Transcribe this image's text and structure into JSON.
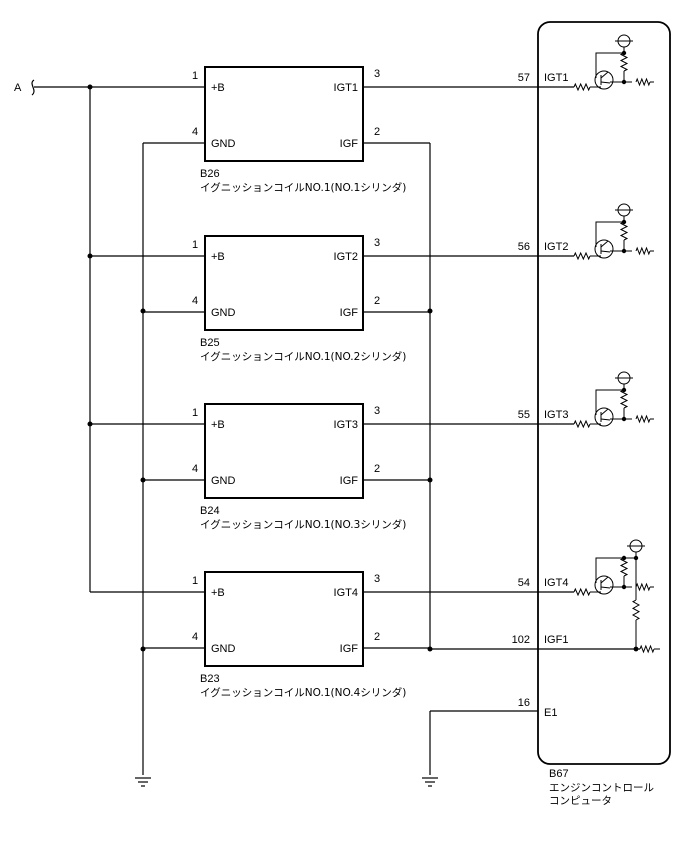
{
  "input_label": "A",
  "coils": [
    {
      "id": "B26",
      "name": "イグニッションコイルNO.1(NO.1シリンダ)",
      "pins": {
        "plus_b": "1",
        "gnd": "4",
        "igt": "3",
        "igf": "2"
      },
      "labels": {
        "plus_b": "+B",
        "gnd": "GND",
        "igt": "IGT1",
        "igf": "IGF"
      }
    },
    {
      "id": "B25",
      "name": "イグニッションコイルNO.1(NO.2シリンダ)",
      "pins": {
        "plus_b": "1",
        "gnd": "4",
        "igt": "3",
        "igf": "2"
      },
      "labels": {
        "plus_b": "+B",
        "gnd": "GND",
        "igt": "IGT2",
        "igf": "IGF"
      }
    },
    {
      "id": "B24",
      "name": "イグニッションコイルNO.1(NO.3シリンダ)",
      "pins": {
        "plus_b": "1",
        "gnd": "4",
        "igt": "3",
        "igf": "2"
      },
      "labels": {
        "plus_b": "+B",
        "gnd": "GND",
        "igt": "IGT3",
        "igf": "IGF"
      }
    },
    {
      "id": "B23",
      "name": "イグニッションコイルNO.1(NO.4シリンダ)",
      "pins": {
        "plus_b": "1",
        "gnd": "4",
        "igt": "3",
        "igf": "2"
      },
      "labels": {
        "plus_b": "+B",
        "gnd": "GND",
        "igt": "IGT4",
        "igf": "IGF"
      }
    }
  ],
  "ecu": {
    "id": "B67",
    "name_line1": "エンジンコントロール",
    "name_line2": "コンピュータ",
    "terminals": [
      {
        "pin": "57",
        "label": "IGT1"
      },
      {
        "pin": "56",
        "label": "IGT2"
      },
      {
        "pin": "55",
        "label": "IGT3"
      },
      {
        "pin": "54",
        "label": "IGT4"
      },
      {
        "pin": "102",
        "label": "IGF1"
      },
      {
        "pin": "16",
        "label": "E1"
      }
    ]
  }
}
